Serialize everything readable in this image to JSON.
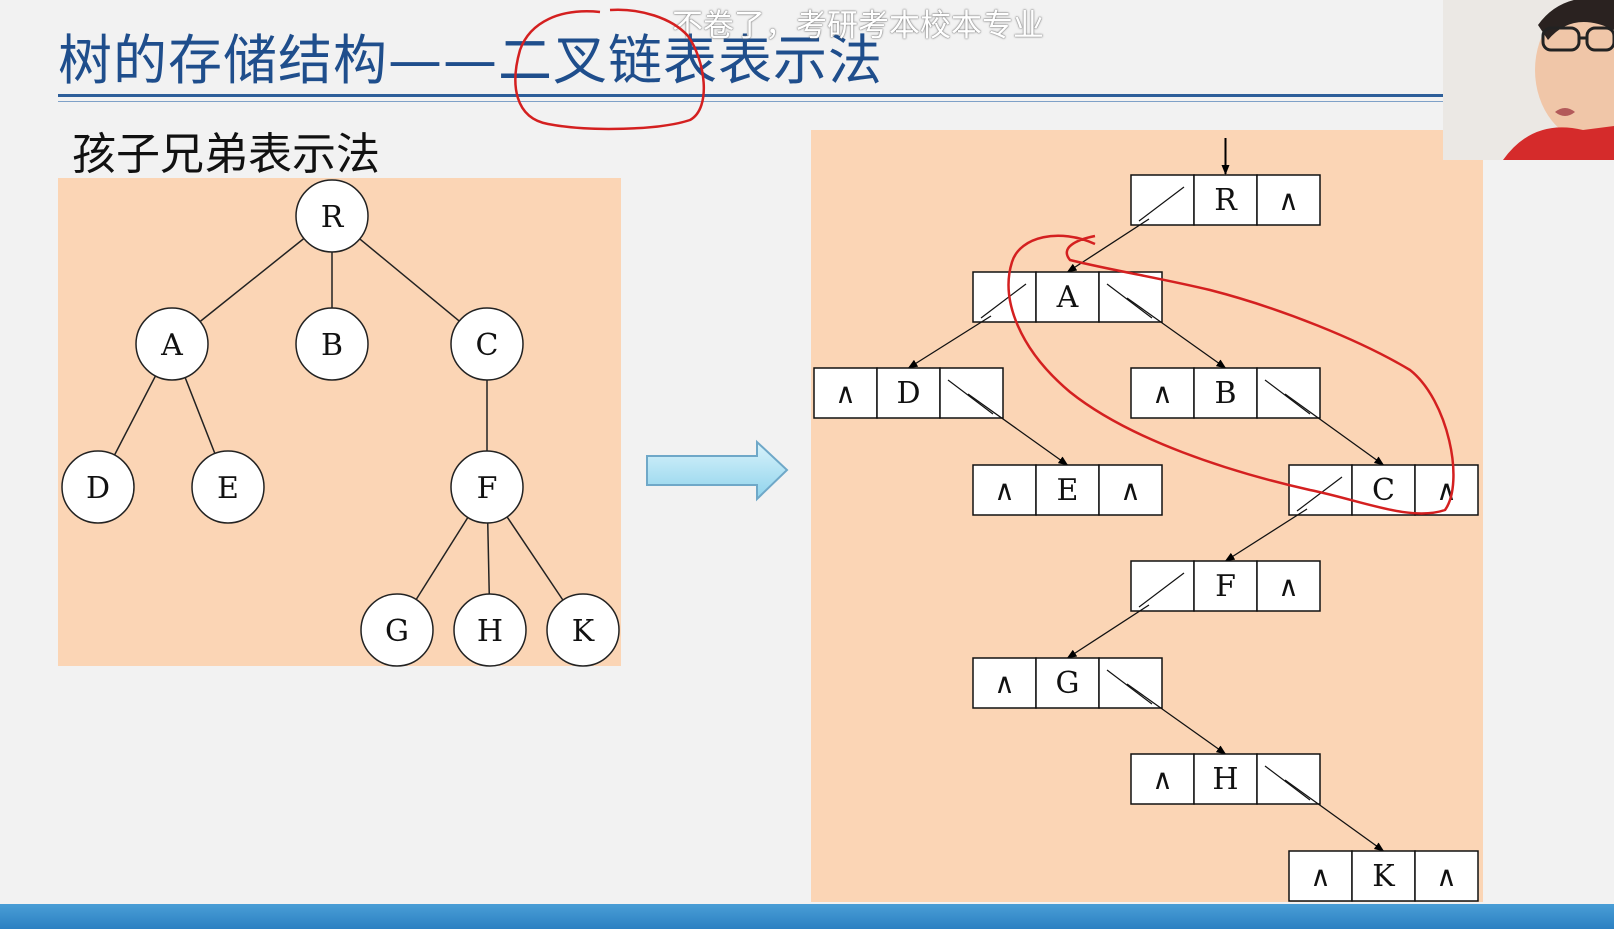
{
  "header": {
    "title": "树的存储结构——二叉链表表示法",
    "subtitle": "孩子兄弟表示法",
    "watermark": "不卷了，考研考本校本专业"
  },
  "tree": {
    "nodes": [
      "R",
      "A",
      "B",
      "C",
      "D",
      "E",
      "F",
      "G",
      "H",
      "K"
    ],
    "edges": [
      [
        "R",
        "A"
      ],
      [
        "R",
        "B"
      ],
      [
        "R",
        "C"
      ],
      [
        "A",
        "D"
      ],
      [
        "A",
        "E"
      ],
      [
        "C",
        "F"
      ],
      [
        "F",
        "G"
      ],
      [
        "F",
        "H"
      ],
      [
        "F",
        "K"
      ]
    ]
  },
  "binary_list": {
    "null_symbol": "∧",
    "nodes": [
      {
        "data": "R",
        "firstchild": "A",
        "nextsibling": "∧"
      },
      {
        "data": "A",
        "firstchild": "D",
        "nextsibling": "B"
      },
      {
        "data": "D",
        "firstchild": "∧",
        "nextsibling": "E"
      },
      {
        "data": "B",
        "firstchild": "∧",
        "nextsibling": "C"
      },
      {
        "data": "E",
        "firstchild": "∧",
        "nextsibling": "∧"
      },
      {
        "data": "C",
        "firstchild": "F",
        "nextsibling": "∧"
      },
      {
        "data": "F",
        "firstchild": "G",
        "nextsibling": "∧"
      },
      {
        "data": "G",
        "firstchild": "∧",
        "nextsibling": "H"
      },
      {
        "data": "H",
        "firstchild": "∧",
        "nextsibling": "K"
      },
      {
        "data": "K",
        "firstchild": "∧",
        "nextsibling": "∧"
      }
    ]
  },
  "colors": {
    "title": "#1f4e8c",
    "panel": "#fbd5b5",
    "annotation": "#d42020",
    "arrow": "#a9def0"
  }
}
